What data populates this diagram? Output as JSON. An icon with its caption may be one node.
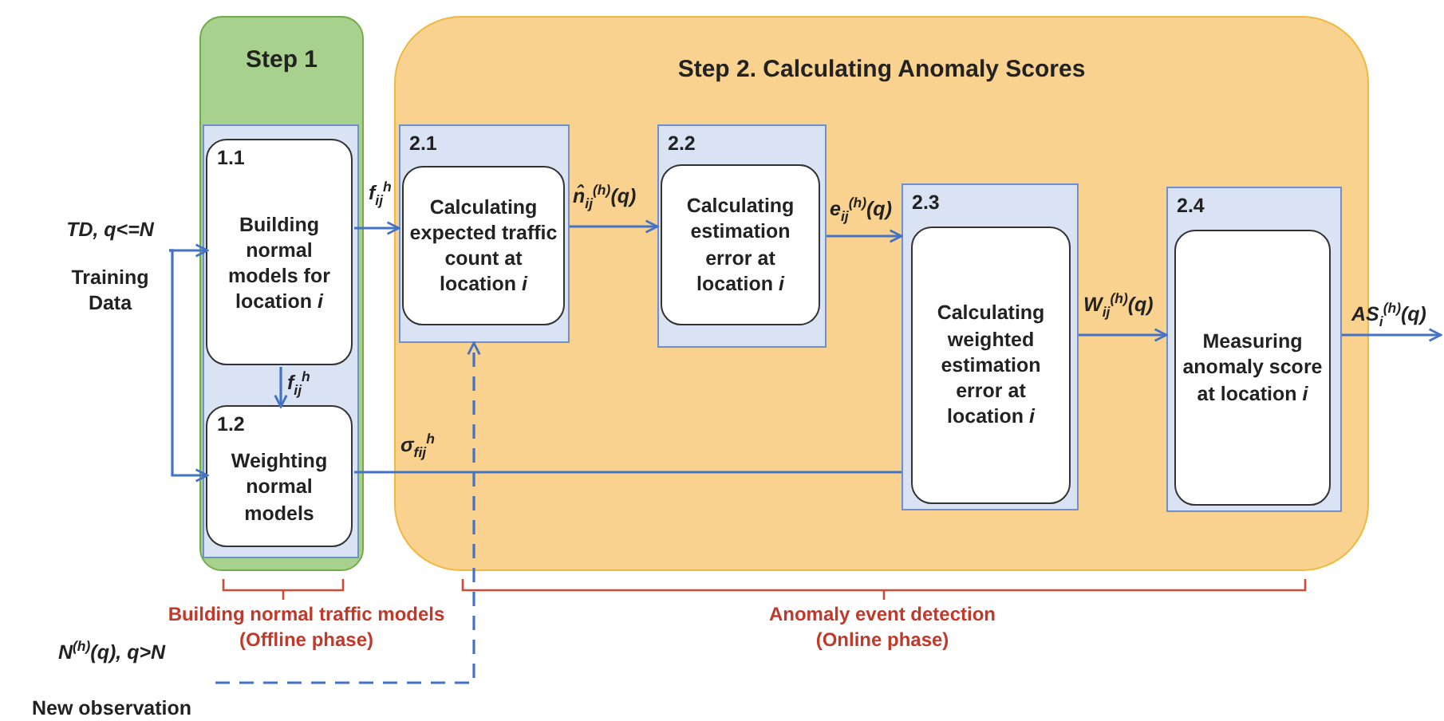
{
  "diagram": {
    "nodes": [
      {
        "text": [
          "Step 1"
        ]
      },
      {
        "text": [],
        "shape": "box",
        "in": 0
      },
      {
        "text": [
          "1.1",
          "Building normal models for location *i*"
        ],
        "in": 1
      },
      {
        "text": [
          "1.2",
          "Weighting normal models"
        ],
        "in": 1
      },
      {
        "text": [
          "Step 2. Calculating Anomaly Scores"
        ]
      },
      {
        "text": [
          "2.1"
        ],
        "in": 4
      },
      {
        "text": [
          "Calculating expected traffic count at location *i*"
        ],
        "in": 5
      },
      {
        "text": [
          "2.2"
        ],
        "in": 4
      },
      {
        "text": [
          "Calculating estimation error at location *i*"
        ],
        "in": 7
      },
      {
        "text": [
          "2.3"
        ],
        "in": 4
      },
      {
        "text": [
          "Calculating weighted estimation error at location *i*"
        ],
        "in": 9
      },
      {
        "text": [
          "2.4"
        ],
        "in": 4
      },
      {
        "text": [
          "Measuring anomaly score at location *i*"
        ],
        "in": 11
      },
      {
        "text": [
          "TD, q<=N",
          "Training Data"
        ]
      },
      {
        "text": [
          "N$^{(h)}$(q), q>N",
          "New observation"
        ]
      }
    ],
    "edges": [
      {
        "from": 13,
        "to": 2,
        "arrow": "to"
      },
      {
        "from": 13,
        "to": 3,
        "arrow": "to"
      },
      {
        "from": 2,
        "to": 3,
        "arrow": "to",
        "label": "f$_{ij}$$^{h}$"
      },
      {
        "from": 2,
        "to": 5,
        "arrow": "to",
        "label": "f$_{ij}$$^{h}$"
      },
      {
        "from": 5,
        "to": 7,
        "arrow": "to",
        "label": "n̂$_{ij}$$^{(h)}$(q)"
      },
      {
        "from": 7,
        "to": 9,
        "arrow": "to",
        "label": "e$_{ij}$$^{(h)}$(q)"
      },
      {
        "from": 3,
        "to": 9,
        "arrow": "none",
        "label": "σ$_{f}$$_{ij}$$^{h}$"
      },
      {
        "from": 9,
        "to": 11,
        "arrow": "to",
        "label": "W$_{ij}$$^{(h)}$(q)"
      },
      {
        "from": 11,
        "to": null,
        "arrow": "to",
        "label": "AS$_{i}$$^{(h)}$(q)"
      },
      {
        "from": 14,
        "to": 5,
        "arrow": "to",
        "style": "dashed"
      }
    ],
    "labels": [
      "Building normal traffic models (Offline phase)",
      "Anomaly event detection (Online phase)"
    ]
  }
}
